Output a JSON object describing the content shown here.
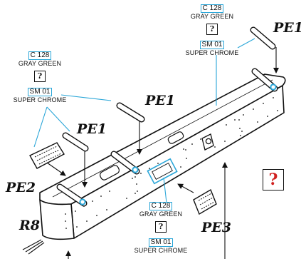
{
  "callouts": {
    "top_right": {
      "color_code": "C 128",
      "color_name": "GRAY GREEN",
      "unknown": "?",
      "chrome_code": "SM 01",
      "chrome_name": "SUPER CHROME"
    },
    "top_left": {
      "color_code": "C 128",
      "color_name": "GRAY GREEN",
      "unknown": "?",
      "chrome_code": "SM 01",
      "chrome_name": "SUPER CHROME"
    },
    "bottom_mid": {
      "color_code": "C 128",
      "color_name": "GRAY GREEN",
      "unknown": "?",
      "chrome_code": "SM 01",
      "chrome_name": "SUPER CHROME"
    }
  },
  "part_labels": {
    "pe1_top": "PE1",
    "pe1_mid": "PE1",
    "pe1_left": "PE1",
    "pe2": "PE2",
    "pe3": "PE3",
    "r8": "R8"
  },
  "legend": {
    "unknown_mark": "?"
  },
  "colors": {
    "accent_blue": "#2aa6d8",
    "ink": "#111111",
    "mark_red": "#d0201f"
  }
}
